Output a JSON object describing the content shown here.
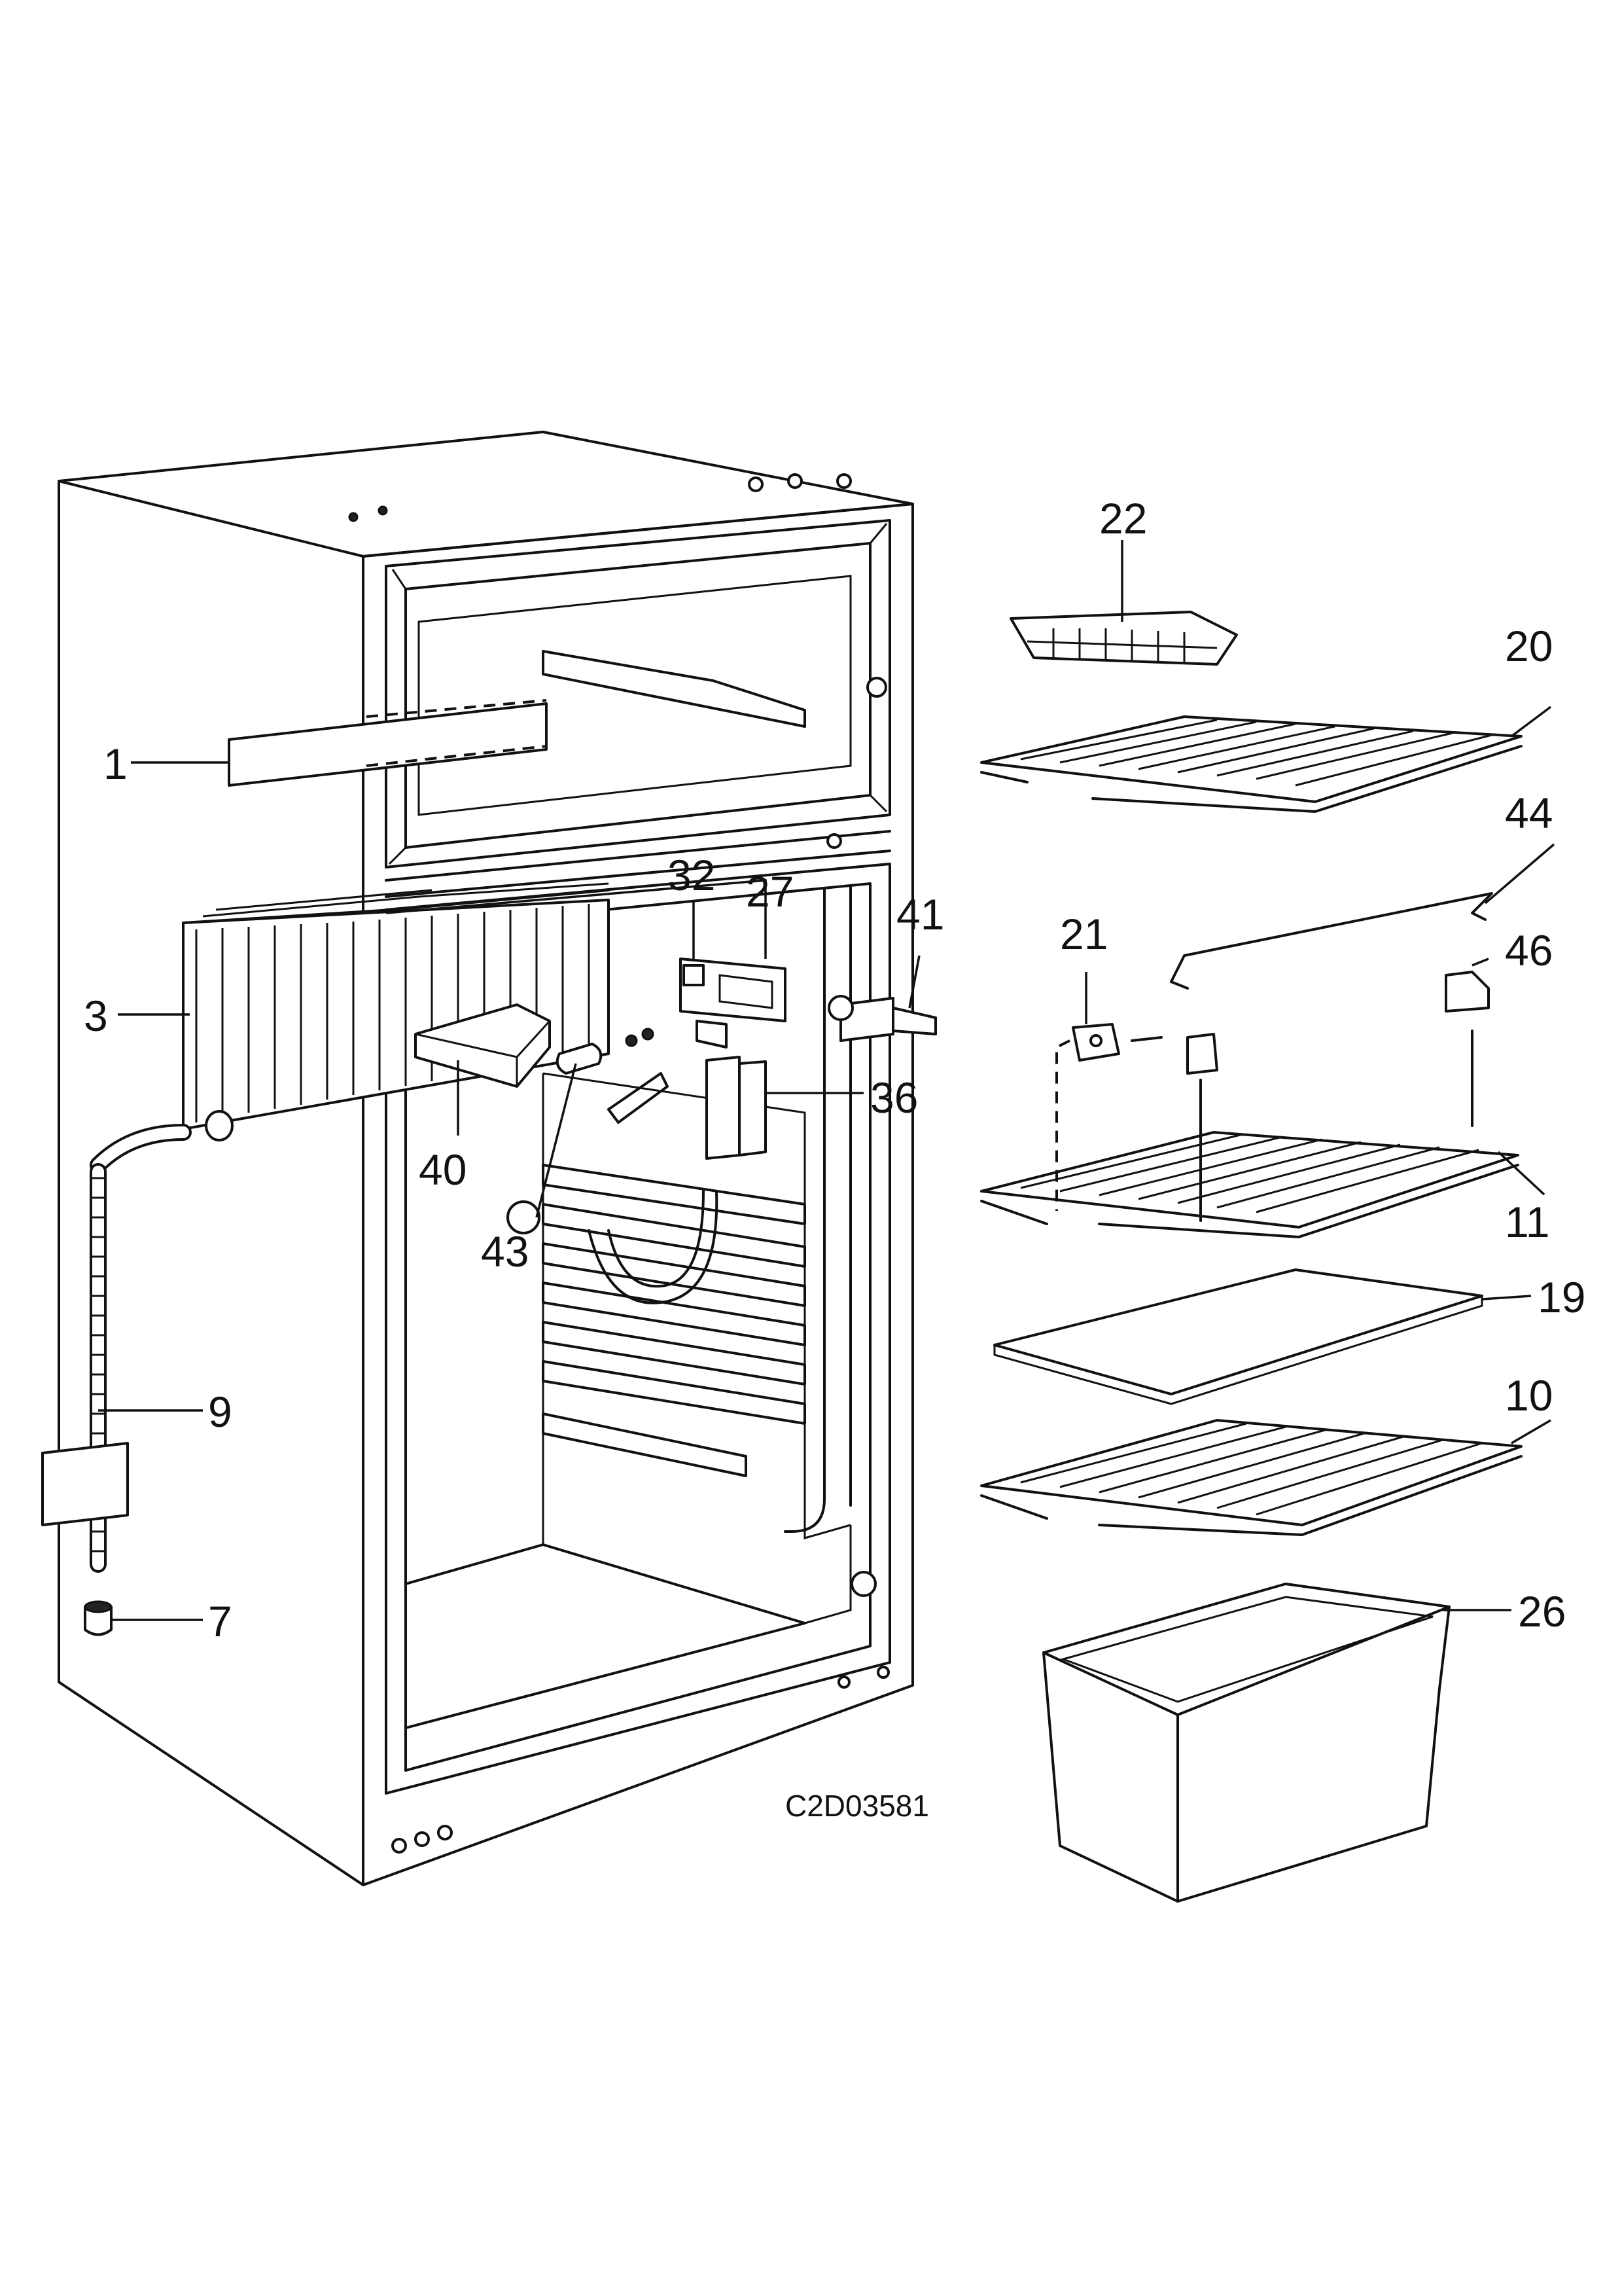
{
  "diagram_code": "C2D03581",
  "callouts": {
    "c1": "1",
    "c3": "3",
    "c7": "7",
    "c9": "9",
    "c10": "10",
    "c11": "11",
    "c19": "19",
    "c20": "20",
    "c21": "21",
    "c22": "22",
    "c26": "26",
    "c27": "27",
    "c32": "32",
    "c36": "36",
    "c40": "40",
    "c41": "41",
    "c43": "43",
    "c44": "44",
    "c46": "46"
  }
}
